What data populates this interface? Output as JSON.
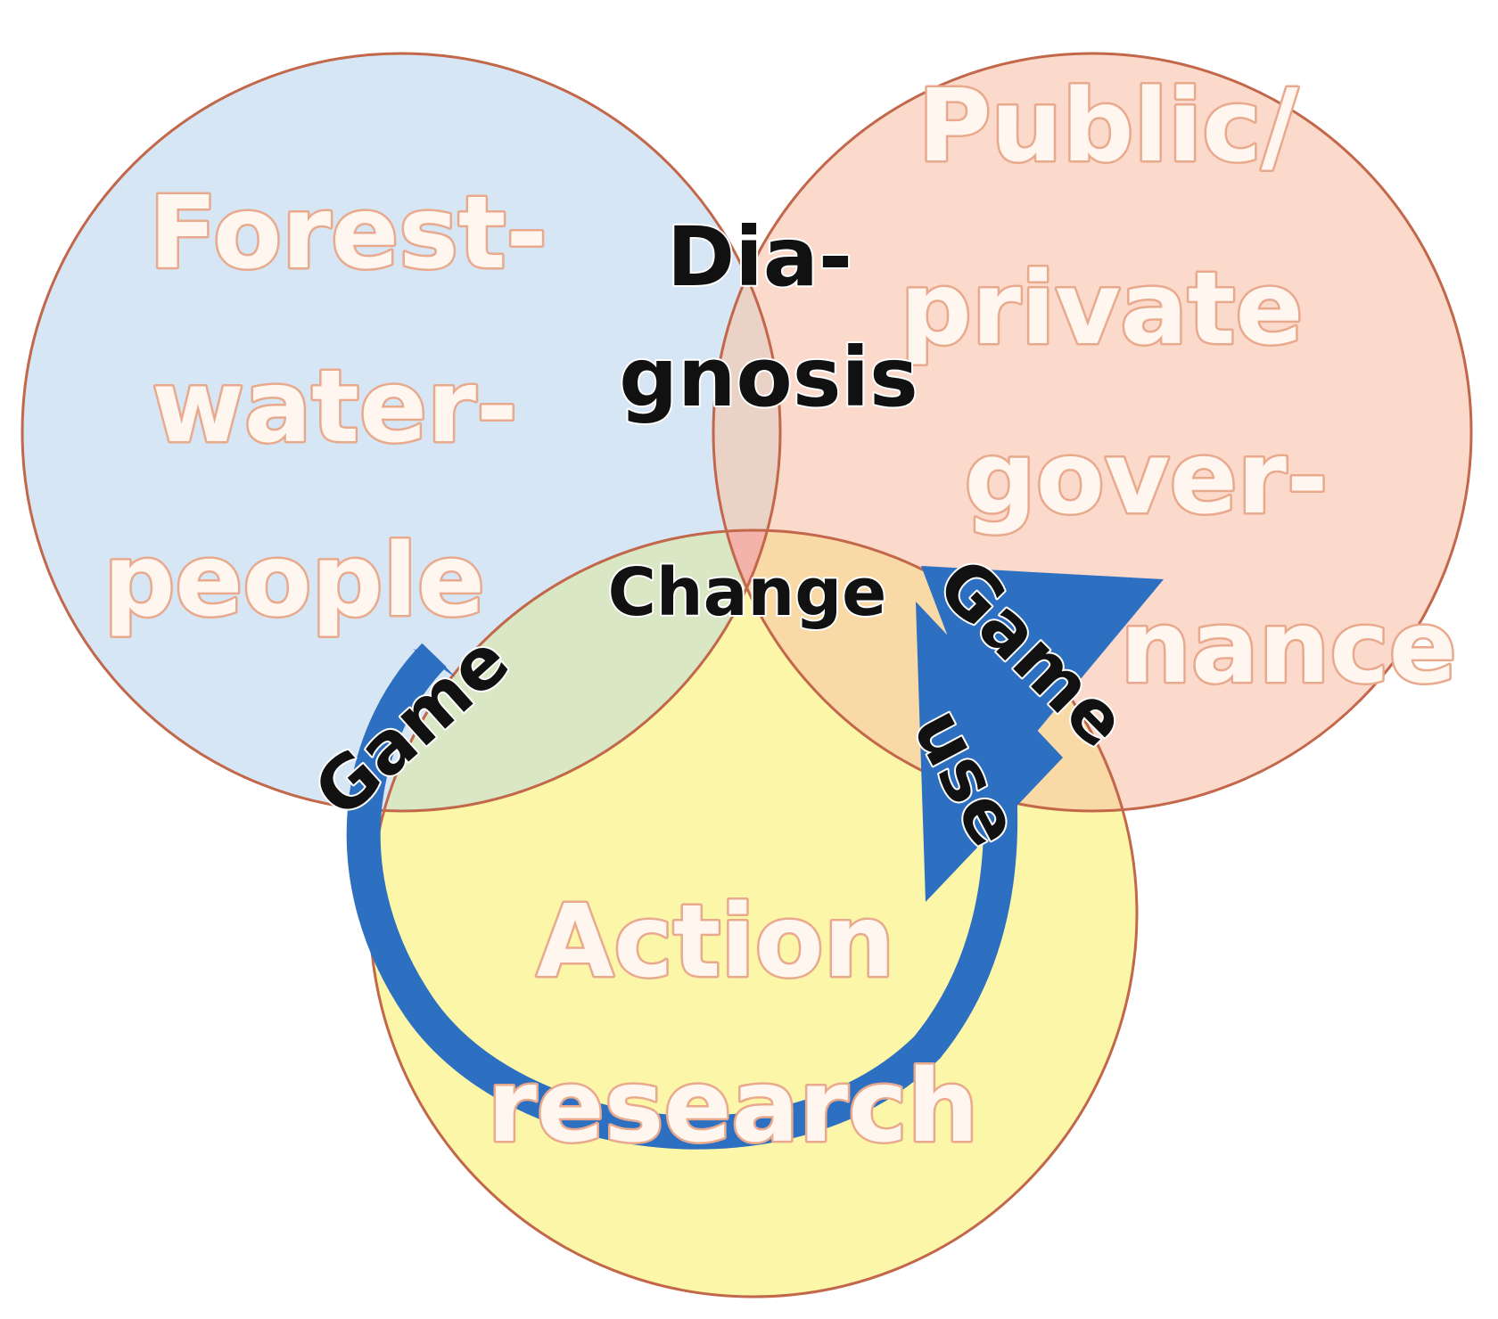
{
  "diagram": {
    "sets": {
      "forest": {
        "lines": [
          "Forest-",
          "water-",
          "people"
        ]
      },
      "governance": {
        "lines": [
          "Public/",
          "private",
          "gover-",
          "nance"
        ]
      },
      "action": {
        "lines": [
          "Action",
          "research"
        ]
      }
    },
    "intersections": {
      "top": {
        "lines": [
          "Dia-",
          "gnosis"
        ]
      },
      "center": {
        "lines": [
          "Change"
        ]
      }
    },
    "cycle": {
      "left_label": "Game",
      "right_label_1": "Game",
      "right_label_2": "use"
    },
    "colors": {
      "forest_fill": "#d6e6f4",
      "governance_fill": "#fbd9cb",
      "action_fill": "#fbf6a8",
      "forest_action_overlap": "#d9e7c4",
      "governance_action_overlap": "#f9d9a6",
      "forest_governance_overlap": "#ead2c6",
      "center_overlap": "#f4b3aa",
      "circle_stroke": "#c2674a",
      "arrow": "#2d6fc0",
      "arrow_stroke": "#1f5aa3",
      "big_label_fill": "#fff6f0",
      "big_label_stroke": "#e9a98d"
    }
  }
}
